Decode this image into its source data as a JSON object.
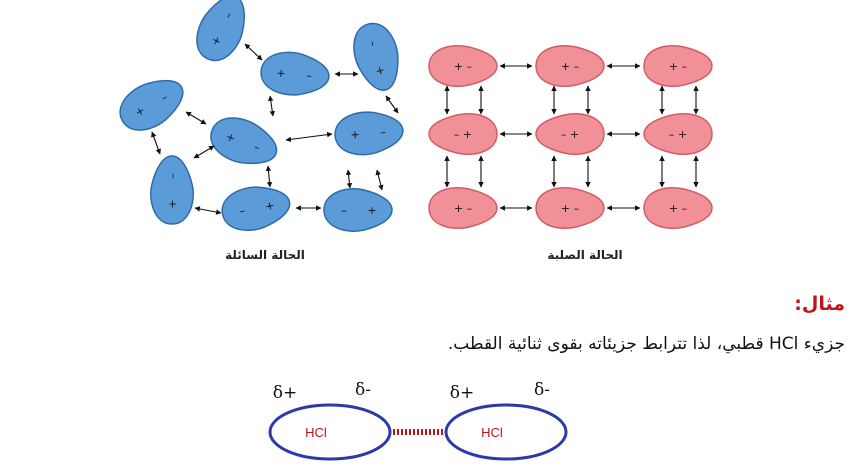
{
  "liquid": {
    "caption": "الحالة السائلة",
    "fill": "#5b9bd8",
    "stroke": "#2f6aa8",
    "molecules": [
      {
        "plus": "+",
        "minus": "–"
      },
      {
        "plus": "+",
        "minus": "–"
      },
      {
        "plus": "+",
        "minus": "–"
      },
      {
        "plus": "+",
        "minus": "–"
      },
      {
        "plus": "+",
        "minus": "–"
      },
      {
        "plus": "+",
        "minus": "–"
      },
      {
        "plus": "+",
        "minus": "–"
      },
      {
        "plus": "+",
        "minus": "–"
      },
      {
        "plus": "+",
        "minus": "–"
      }
    ]
  },
  "solid": {
    "caption": "الحالة الصلبة",
    "fill": "#f19097",
    "stroke": "#d25c66",
    "rows": [
      [
        "+ –",
        "+ –",
        "+ –"
      ],
      [
        "– +",
        "– +",
        "– +"
      ],
      [
        "+ –",
        "+ –",
        "+ –"
      ]
    ]
  },
  "example": {
    "heading": "مثال:",
    "text": "جزيء HCl قطبي، لذا تترابط جزيئاته بقوى ثنائية القطب.",
    "molecule_label": "HCl",
    "delta_plus": "δ+",
    "delta_minus": "δ-",
    "accent": "#c0141c",
    "ellipse_stroke": "#2a3aa8"
  }
}
